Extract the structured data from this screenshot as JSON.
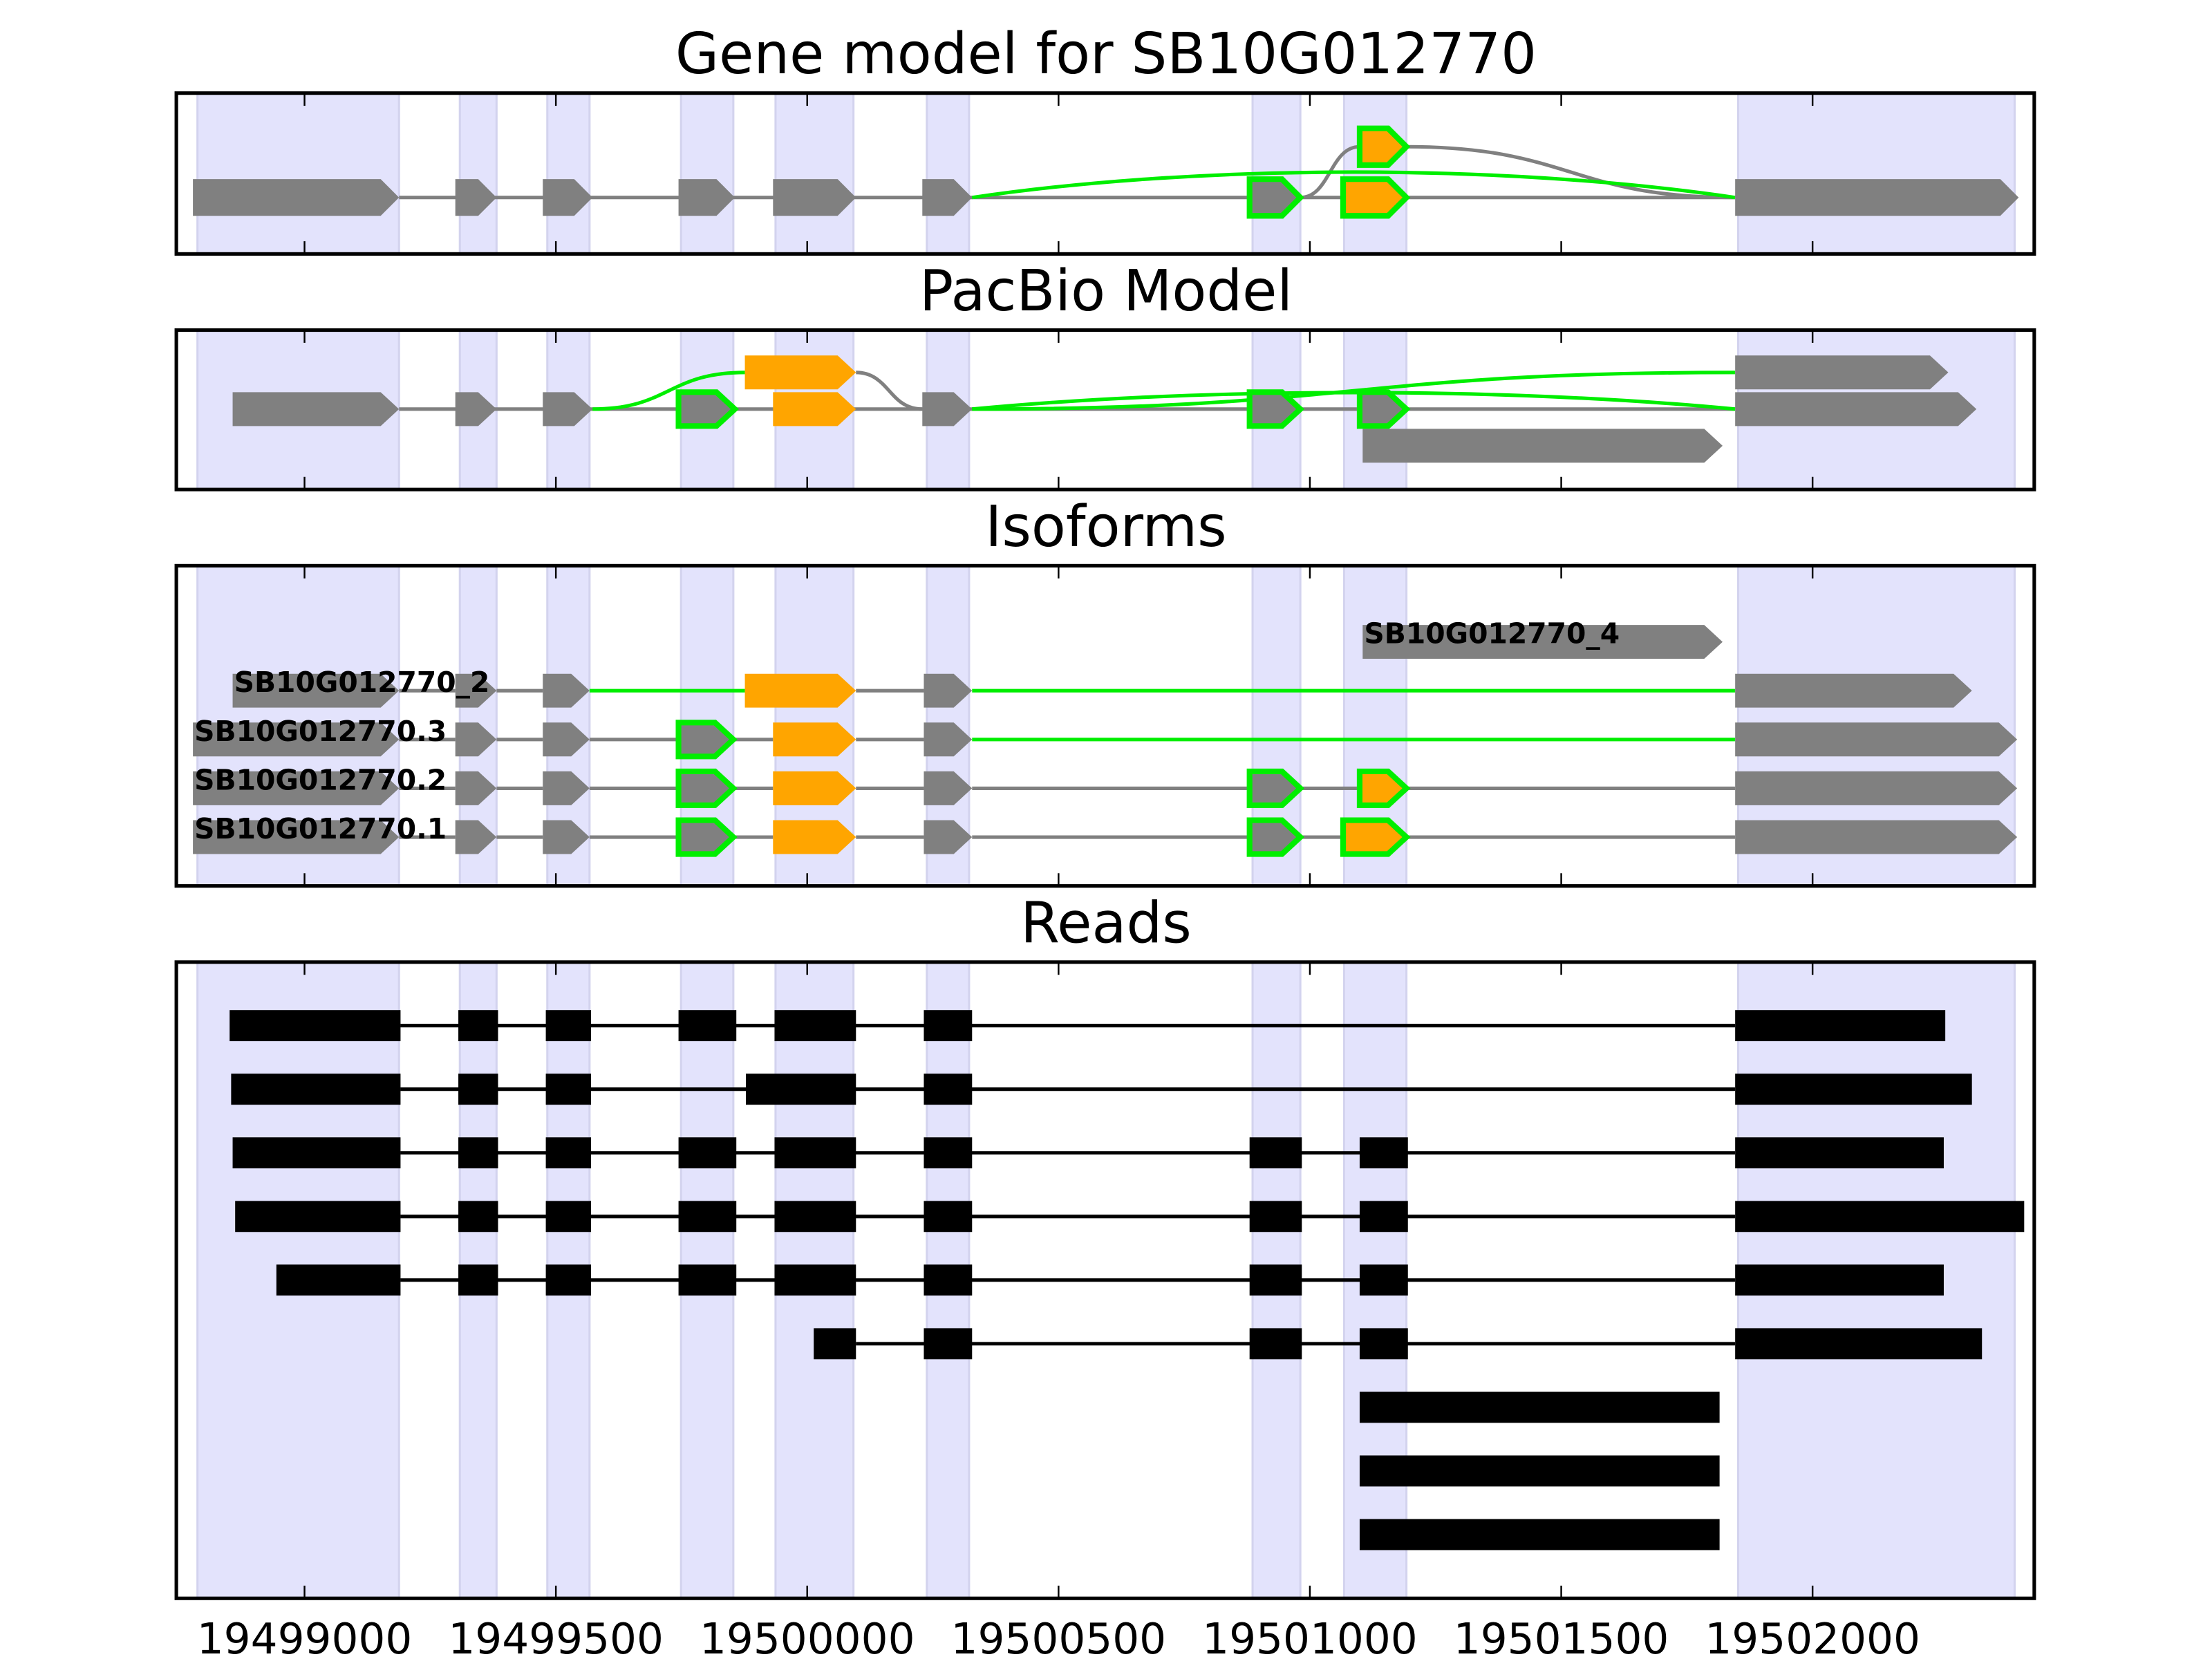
{
  "chart_data": {
    "type": "gene-track",
    "xlim": [
      19498745,
      19502441
    ],
    "x_ticks": [
      19499000,
      19499500,
      19500000,
      19500500,
      19501000,
      19501500,
      19502000
    ],
    "x_tick_labels": [
      "19499000",
      "19499500",
      "19500000",
      "19500500",
      "19501000",
      "19501500",
      "19502000"
    ],
    "colors": {
      "gray": "#808080",
      "orange": "#ffa500",
      "green": "#00ee00",
      "black": "#000000",
      "shade": "#e3e3fc",
      "shade_edge": "#d3d3ee"
    },
    "shaded_exons": [
      [
        19498787,
        19499188
      ],
      [
        19499309,
        19499382
      ],
      [
        19499483,
        19499567
      ],
      [
        19499749,
        19499853
      ],
      [
        19499937,
        19500092
      ],
      [
        19500238,
        19500322
      ],
      [
        19500886,
        19500981
      ],
      [
        19501068,
        19501192
      ],
      [
        19501852,
        19502402
      ]
    ],
    "panels": [
      {
        "title": "Gene model for SB10G012770",
        "features": [
          [
            19498778,
            19499188,
            "g",
            0
          ],
          [
            19499300,
            19499382,
            "g",
            0
          ],
          [
            19499474,
            19499573,
            "g",
            0
          ],
          [
            19499744,
            19499856,
            "g",
            0
          ],
          [
            19499932,
            19500097,
            "g",
            0
          ],
          [
            19500229,
            19500328,
            "g",
            0
          ],
          [
            19500880,
            19500981,
            "gG",
            0
          ],
          [
            19501066,
            19501192,
            "oG",
            0
          ],
          [
            19501099,
            19501192,
            "oG",
            1
          ],
          [
            19501846,
            19502410,
            "g",
            0
          ]
        ],
        "connectors": [
          [
            19499188,
            0,
            19501846,
            0,
            "gray",
            0
          ],
          [
            19500981,
            0,
            19501099,
            1,
            "gray",
            0
          ],
          [
            19501192,
            1,
            19501846,
            0,
            "gray",
            0
          ],
          [
            19500328,
            0,
            19501846,
            0,
            "green",
            0.5
          ]
        ]
      },
      {
        "title": "PacBio Model",
        "features": [
          [
            19498857,
            19499188,
            "g",
            0
          ],
          [
            19499300,
            19499382,
            "g",
            0
          ],
          [
            19499474,
            19499573,
            "g",
            0
          ],
          [
            19499744,
            19499856,
            "gG",
            0
          ],
          [
            19499932,
            19500097,
            "o",
            0
          ],
          [
            19499876,
            19500097,
            "o",
            1
          ],
          [
            19500229,
            19500328,
            "g",
            0
          ],
          [
            19500880,
            19500981,
            "gG",
            0
          ],
          [
            19501099,
            19501192,
            "gG",
            0
          ],
          [
            19501846,
            19502270,
            "g",
            1
          ],
          [
            19501846,
            19502326,
            "g",
            0
          ],
          [
            19501105,
            19501821,
            "g",
            -1
          ]
        ],
        "connectors": [
          [
            19499188,
            0,
            19501846,
            0,
            "gray",
            0
          ],
          [
            19500097,
            1,
            19500229,
            0,
            "gray",
            0
          ],
          [
            19499573,
            0,
            19499876,
            1,
            "green",
            0
          ],
          [
            19500328,
            0,
            19501846,
            1,
            "green",
            0
          ],
          [
            19500328,
            0,
            19501846,
            0,
            "green",
            0.45
          ]
        ]
      },
      {
        "title": "Isoforms",
        "isoforms": [
          {
            "label": "SB10G012770_4",
            "exons": [
              [
                19501105,
                19501821,
                "g"
              ]
            ],
            "introns": []
          },
          {
            "label": "SB10G012770_2",
            "exons": [
              [
                19498857,
                19499188,
                "g"
              ],
              [
                19499300,
                19499382,
                "g"
              ],
              [
                19499474,
                19499567,
                "g"
              ],
              [
                19499876,
                19500097,
                "o"
              ],
              [
                19500232,
                19500328,
                "g"
              ],
              [
                19501846,
                19502317,
                "g"
              ]
            ],
            "introns": [
              "gray",
              "gray",
              "green",
              "gray",
              "green"
            ]
          },
          {
            "label": "SB10G012770.3",
            "exons": [
              [
                19498778,
                19499188,
                "g"
              ],
              [
                19499300,
                19499382,
                "g"
              ],
              [
                19499474,
                19499567,
                "g"
              ],
              [
                19499744,
                19499853,
                "gG"
              ],
              [
                19499932,
                19500097,
                "o"
              ],
              [
                19500232,
                19500328,
                "g"
              ],
              [
                19501846,
                19502407,
                "g"
              ]
            ],
            "introns": [
              "gray",
              "gray",
              "gray",
              "gray",
              "gray",
              "green"
            ]
          },
          {
            "label": "SB10G012770.2",
            "exons": [
              [
                19498778,
                19499188,
                "g"
              ],
              [
                19499300,
                19499382,
                "g"
              ],
              [
                19499474,
                19499567,
                "g"
              ],
              [
                19499744,
                19499853,
                "gG"
              ],
              [
                19499932,
                19500097,
                "o"
              ],
              [
                19500232,
                19500328,
                "g"
              ],
              [
                19500880,
                19500981,
                "gG"
              ],
              [
                19501099,
                19501192,
                "oG"
              ],
              [
                19501846,
                19502407,
                "g"
              ]
            ],
            "introns": [
              "gray",
              "gray",
              "gray",
              "gray",
              "gray",
              "gray",
              "gray",
              "gray"
            ]
          },
          {
            "label": "SB10G012770.1",
            "exons": [
              [
                19498778,
                19499188,
                "g"
              ],
              [
                19499300,
                19499382,
                "g"
              ],
              [
                19499474,
                19499567,
                "g"
              ],
              [
                19499744,
                19499853,
                "gG"
              ],
              [
                19499932,
                19500097,
                "o"
              ],
              [
                19500232,
                19500328,
                "g"
              ],
              [
                19500880,
                19500981,
                "gG"
              ],
              [
                19501066,
                19501192,
                "oG"
              ],
              [
                19501846,
                19502407,
                "g"
              ]
            ],
            "introns": [
              "gray",
              "gray",
              "gray",
              "gray",
              "gray",
              "gray",
              "gray",
              "gray"
            ]
          }
        ]
      },
      {
        "title": "Reads",
        "reads": [
          [
            [
              19498851,
              19499191
            ],
            [
              19499306,
              19499385
            ],
            [
              19499480,
              19499570
            ],
            [
              19499744,
              19499859
            ],
            [
              19499935,
              19500097
            ],
            [
              19500232,
              19500328
            ],
            [
              19501846,
              19502264
            ]
          ],
          [
            [
              19498854,
              19499191
            ],
            [
              19499306,
              19499385
            ],
            [
              19499480,
              19499570
            ],
            [
              19499878,
              19500097
            ],
            [
              19500232,
              19500328
            ],
            [
              19501846,
              19502317
            ]
          ],
          [
            [
              19498857,
              19499191
            ],
            [
              19499306,
              19499385
            ],
            [
              19499480,
              19499570
            ],
            [
              19499744,
              19499859
            ],
            [
              19499935,
              19500097
            ],
            [
              19500232,
              19500328
            ],
            [
              19500880,
              19500984
            ],
            [
              19501099,
              19501195
            ],
            [
              19501846,
              19502261
            ]
          ],
          [
            [
              19498862,
              19499191
            ],
            [
              19499306,
              19499385
            ],
            [
              19499480,
              19499570
            ],
            [
              19499744,
              19499859
            ],
            [
              19499935,
              19500097
            ],
            [
              19500232,
              19500328
            ],
            [
              19500880,
              19500984
            ],
            [
              19501099,
              19501195
            ],
            [
              19501846,
              19502421
            ]
          ],
          [
            [
              19498944,
              19499191
            ],
            [
              19499306,
              19499385
            ],
            [
              19499480,
              19499570
            ],
            [
              19499744,
              19499859
            ],
            [
              19499935,
              19500097
            ],
            [
              19500232,
              19500328
            ],
            [
              19500880,
              19500984
            ],
            [
              19501099,
              19501195
            ],
            [
              19501846,
              19502261
            ]
          ],
          [
            [
              19500013,
              19500097
            ],
            [
              19500232,
              19500328
            ],
            [
              19500880,
              19500984
            ],
            [
              19501099,
              19501195
            ],
            [
              19501846,
              19502337
            ]
          ],
          [
            [
              19501099,
              19501815
            ]
          ],
          [
            [
              19501099,
              19501815
            ]
          ],
          [
            [
              19501099,
              19501815
            ]
          ]
        ]
      }
    ]
  }
}
